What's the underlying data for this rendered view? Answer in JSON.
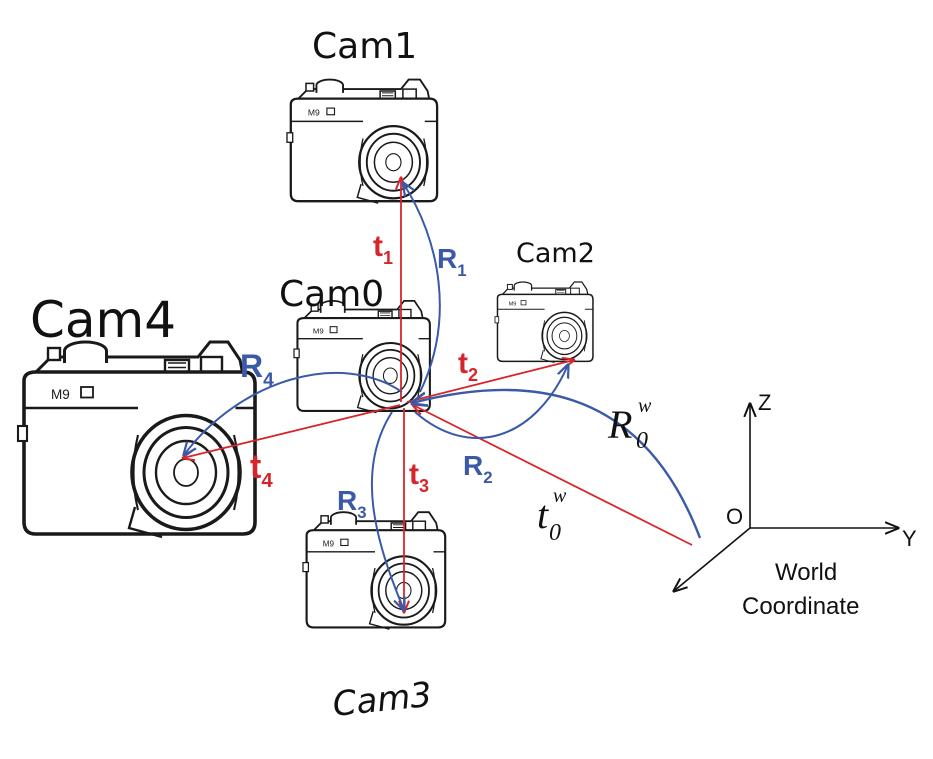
{
  "colors": {
    "translation": "#d6262b",
    "rotation": "#3a5aa8",
    "outline": "#1a1a1a"
  },
  "cameras": {
    "cam0": "Cam0",
    "cam1": "Cam1",
    "cam2": "Cam2",
    "cam3": "Cam3",
    "cam4": "Cam4"
  },
  "camera_model": "M9",
  "translations": {
    "t1": {
      "base": "t",
      "sub": "1"
    },
    "t2": {
      "base": "t",
      "sub": "2"
    },
    "t3": {
      "base": "t",
      "sub": "3"
    },
    "t4": {
      "base": "t",
      "sub": "4"
    }
  },
  "rotations": {
    "r1": {
      "base": "R",
      "sub": "1"
    },
    "r2": {
      "base": "R",
      "sub": "2"
    },
    "r3": {
      "base": "R",
      "sub": "3"
    },
    "r4": {
      "base": "R",
      "sub": "4"
    }
  },
  "world": {
    "rotation": {
      "base": "R",
      "sub": "0",
      "sup": "w"
    },
    "translation": {
      "base": "t",
      "sub": "0",
      "sup": "w"
    },
    "axis_z": "Z",
    "axis_y": "Y",
    "origin": "O",
    "caption_line1": "World",
    "caption_line2": "Coordinate"
  }
}
